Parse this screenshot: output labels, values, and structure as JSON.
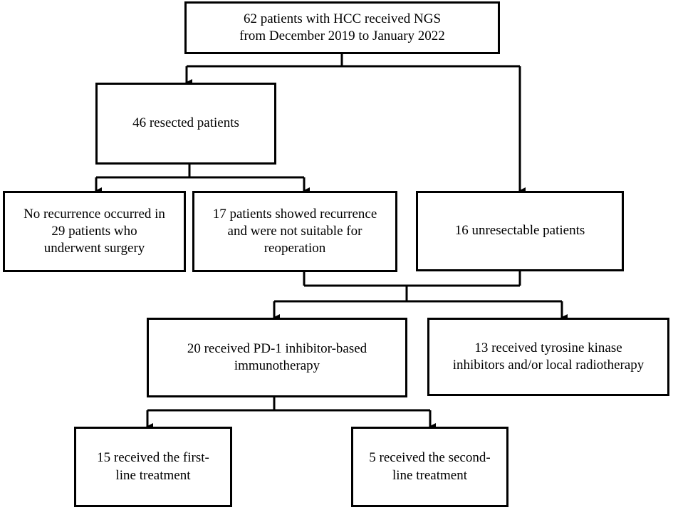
{
  "flowchart": {
    "top": {
      "label": "62 patients with HCC received NGS\nfrom December 2019 to January 2022"
    },
    "resected": {
      "label": "46 resected patients"
    },
    "no_recurrence": {
      "label": "No recurrence occurred in\n29 patients who\nunderwent surgery"
    },
    "recurrence": {
      "label": "17 patients showed recurrence\nand were not suitable for\nreoperation"
    },
    "unresectable": {
      "label": "16 unresectable patients"
    },
    "pd1": {
      "label": "20 received PD-1 inhibitor-based\nimmunotherapy"
    },
    "tki": {
      "label": "13 received tyrosine kinase\ninhibitors and/or  local radiotherapy"
    },
    "first_line": {
      "label": "15 received the first-\nline treatment"
    },
    "second_line": {
      "label": "5 received the second-\nline treatment"
    }
  },
  "colors": {
    "stroke": "#000000",
    "background": "#ffffff"
  }
}
